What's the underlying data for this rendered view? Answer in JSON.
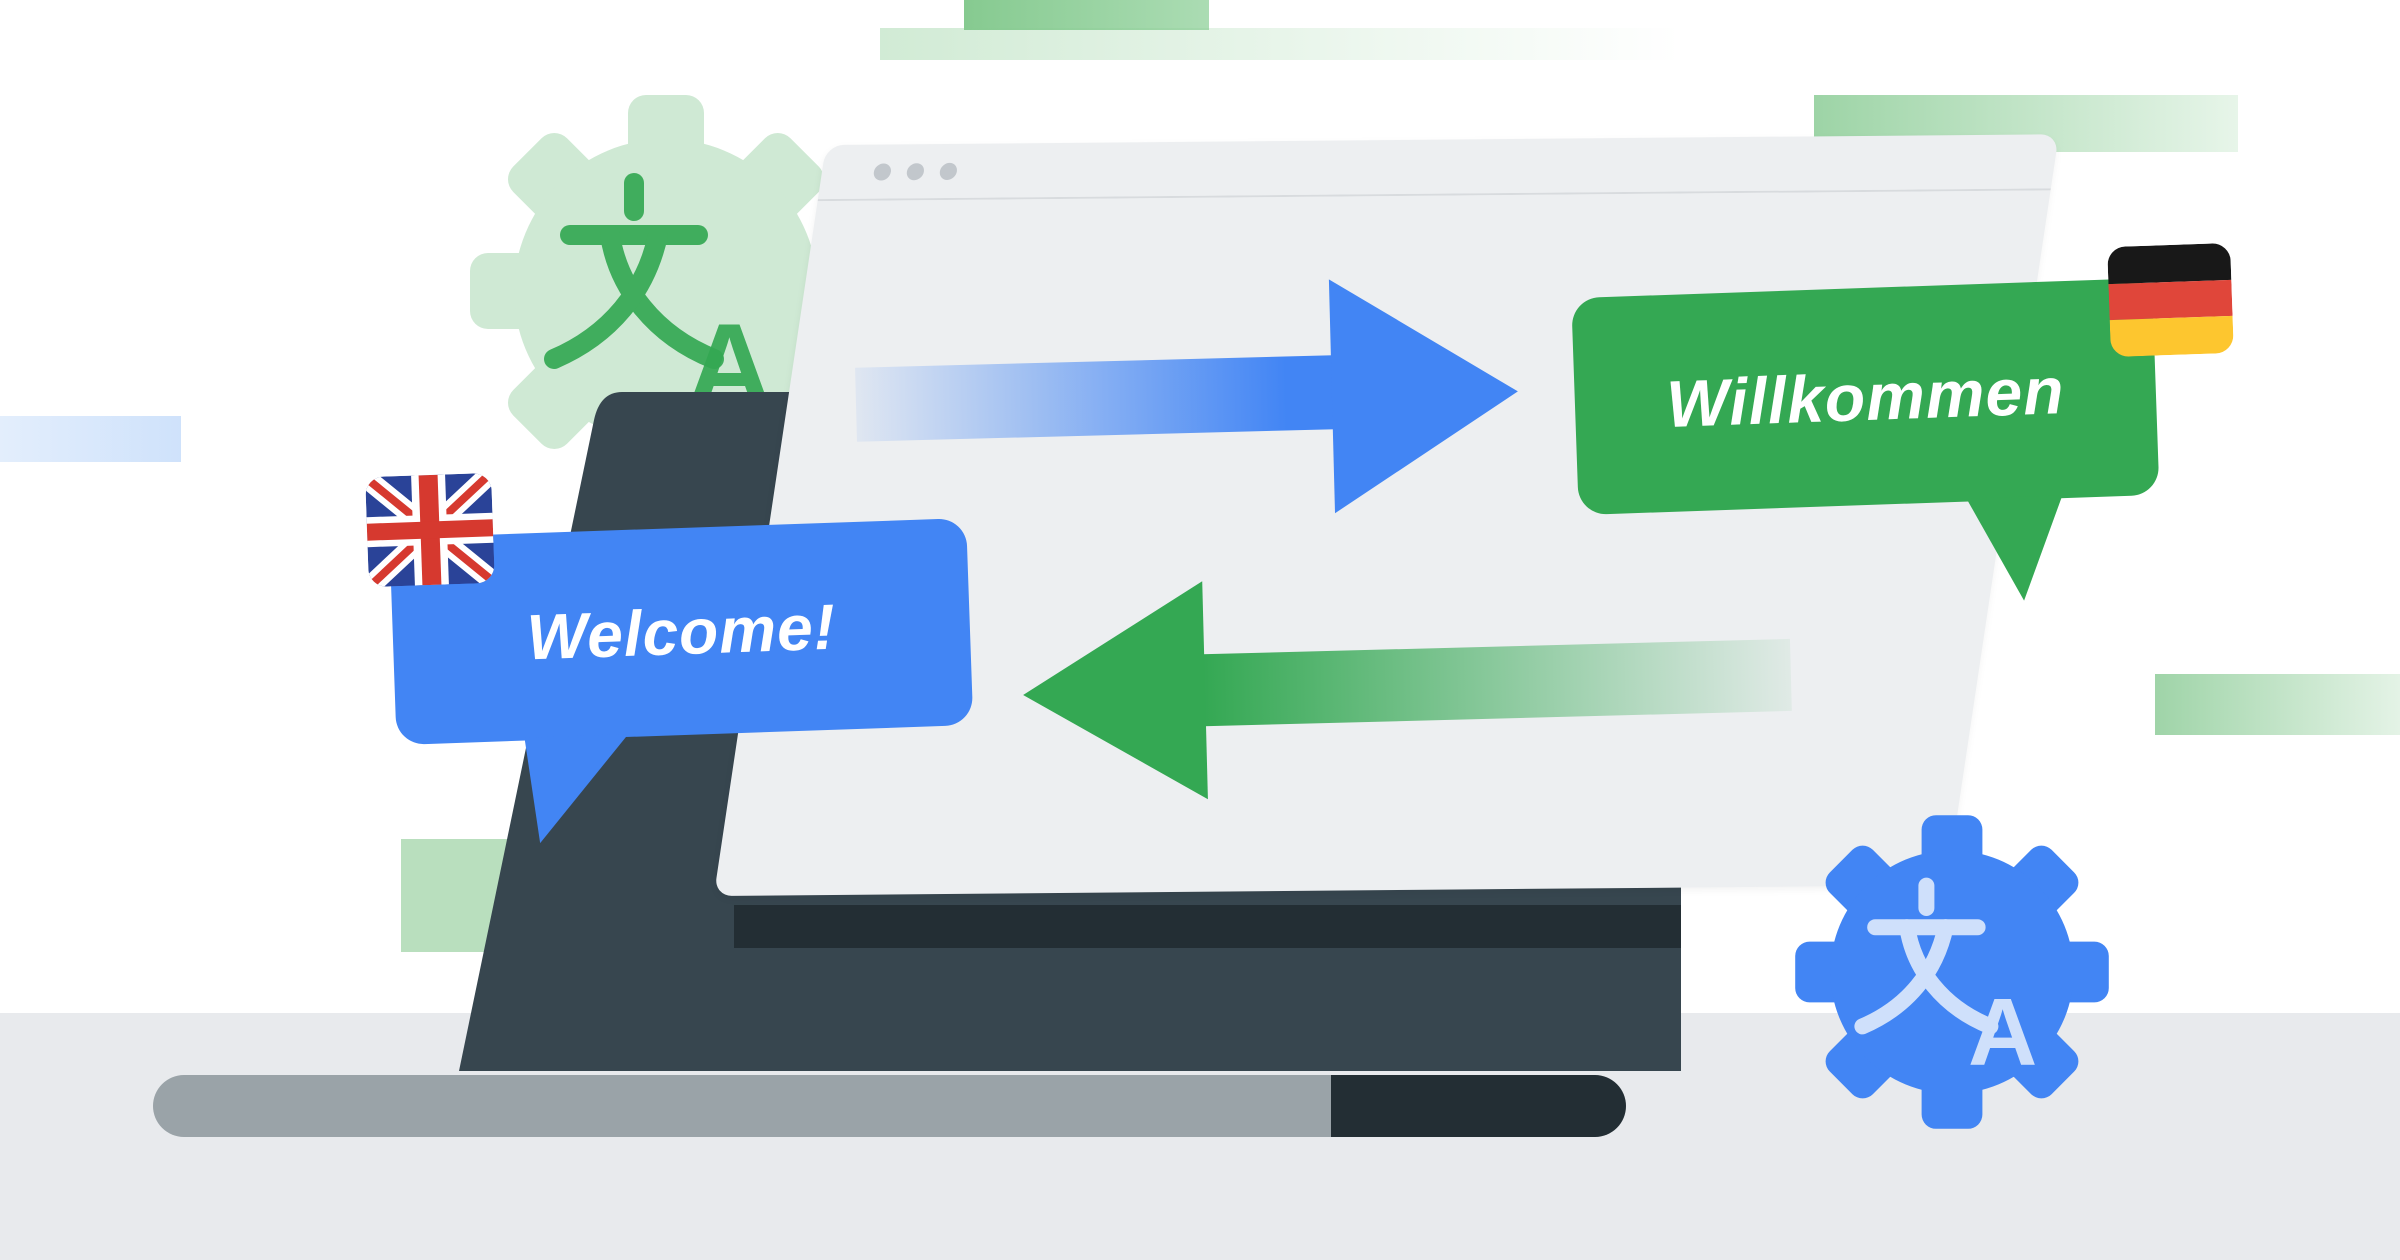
{
  "illustration": {
    "name": "browser-translation-illustration",
    "bubbles": {
      "translated": {
        "text": "Willkommen",
        "language": "German",
        "flag": "german-flag-icon",
        "color": "#34a853"
      },
      "original": {
        "text": "Welcome!",
        "language": "English",
        "flag": "uk-flag-icon",
        "color": "#4285f4"
      }
    },
    "gears": {
      "top_left": {
        "icon": "translate-gear-icon",
        "glyph_char": "文",
        "letter": "A",
        "body_color": "#cfe9d4",
        "glyph_color": "#34a853"
      },
      "bottom_right": {
        "icon": "translate-gear-icon",
        "glyph_char": "文",
        "letter": "A",
        "body_color": "#4285f4",
        "glyph_color": "#cfe0fb"
      }
    },
    "arrows": {
      "translate": {
        "icon": "arrow-right-icon",
        "color": "#4285f4"
      },
      "reverse": {
        "icon": "arrow-left-icon",
        "color": "#34a853"
      }
    },
    "browser_window": {
      "dot_count": 3
    },
    "flags": {
      "german": {
        "stripes": [
          "#181818",
          "#e0463a",
          "#fdc62f"
        ]
      },
      "uk": {
        "blue": "#2a4398",
        "red": "#d6392f",
        "white": "#ffffff"
      }
    },
    "colors": {
      "blue": "#4285f4",
      "green": "#34a853",
      "pale_green": "#cfe9d4",
      "pale_blue": "#cfe0fb",
      "laptop_dark": "#37464f",
      "laptop_hinge": "#232e34",
      "laptop_base_gray": "#9aa3a8",
      "window_bg": "#edeff1",
      "floor": "#e8eaed"
    }
  }
}
